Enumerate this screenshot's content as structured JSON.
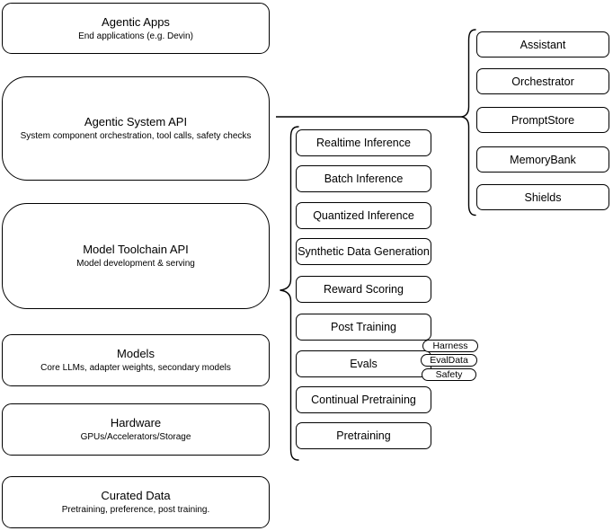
{
  "diagram": {
    "left_stack": [
      {
        "title": "Agentic Apps",
        "subtitle": "End applications (e.g. Devin)"
      },
      {
        "title": "Agentic System API",
        "subtitle": "System component orchestration, tool calls, safety checks"
      },
      {
        "title": "Model Toolchain API",
        "subtitle": "Model development & serving"
      },
      {
        "title": "Models",
        "subtitle": "Core LLMs, adapter weights, secondary models"
      },
      {
        "title": "Hardware",
        "subtitle": "GPUs/Accelerators/Storage"
      },
      {
        "title": "Curated Data",
        "subtitle": "Pretraining, preference, post training."
      }
    ],
    "toolchain_components": [
      "Realtime Inference",
      "Batch Inference",
      "Quantized Inference",
      "Synthetic Data Generation",
      "Reward Scoring",
      "Post Training",
      "Evals",
      "Continual Pretraining",
      "Pretraining"
    ],
    "eval_tags": [
      "Harness",
      "EvalData",
      "Safety"
    ],
    "system_components": [
      "Assistant",
      "Orchestrator",
      "PromptStore",
      "MemoryBank",
      "Shields"
    ],
    "colors": {
      "stroke": "#000000",
      "fill": "#ffffff",
      "text": "#000000",
      "background": "#ffffff"
    }
  }
}
